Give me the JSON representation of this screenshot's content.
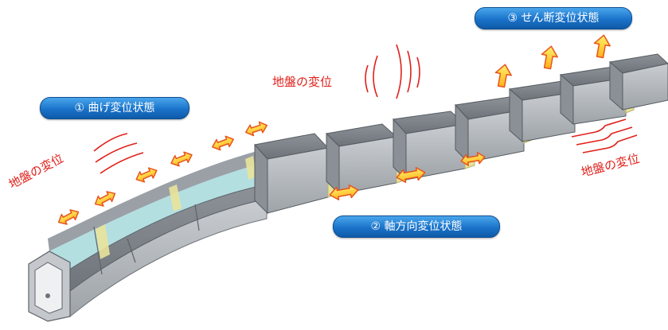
{
  "labels": {
    "bending": "① 曲げ変位状態",
    "axial": "② 軸方向変位状態",
    "shear": "③ せん断変位状態"
  },
  "ground_labels": {
    "left": "地盤の変位",
    "center": "地盤の変位",
    "right": "地盤の変位"
  },
  "colors": {
    "pill": "#1a73c9",
    "ground_text": "#e0201a",
    "arrow_fill": "#ffd23a",
    "arrow_stroke": "#e8541c",
    "block_top": "#7f858c",
    "block_side": "#b9bdc2",
    "joint": "#e9e39a",
    "water": "#a6d9dc"
  },
  "icons": [
    "double-arrow-icon",
    "up-arrow-icon",
    "wave-lines-icon",
    "channel-block-icon"
  ]
}
